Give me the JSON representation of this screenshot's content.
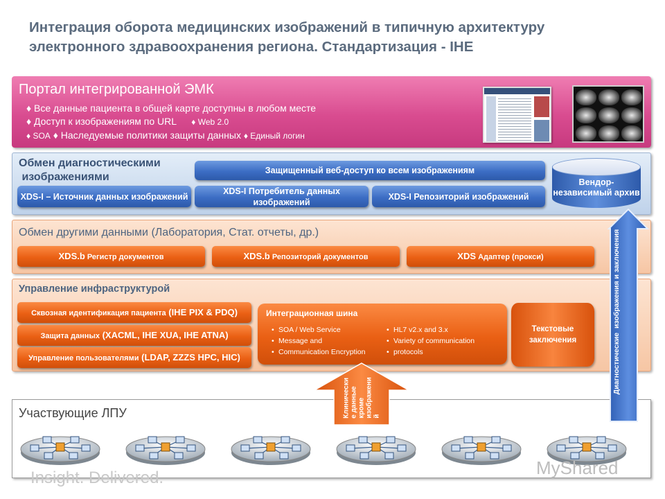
{
  "title_line1": "Интеграция оборота медицинских изображений в типичную архитектуру",
  "title_line2": "электронного здравоохранения региона. Стандартизация - IHE",
  "portal": {
    "title": "Портал интегрированной ЭМК",
    "line1": "♦ Все данные пациента в общей карте доступны в любом месте",
    "line2a": "♦ Доступ к изображениям  по URL",
    "line2b": "♦ Web 2.0",
    "line3a": "♦ SOA",
    "line3b": "♦ Наследуемые политики защиты данных",
    "line3c": "♦ Единый логин"
  },
  "diag": {
    "title_line1": "Обмен диагностическими",
    "title_line2": " изображениями",
    "secure_access": "Защищенный веб-доступ  ко всем изображениям",
    "xds_source": "XDS-I – Источник данных изображений",
    "xds_consumer": "XDS-I Потребитель  данных изображений",
    "xds_repo": "XDS-I Репозиторий изображений",
    "archive": "Вендор-независимый архив"
  },
  "other": {
    "title": "Обмен другими данными (Лаборатория, Стат. отчеты, др.)",
    "registry_prefix": "XDS.b",
    "registry": " Регистр документов",
    "repo_prefix": "XDS.b",
    "repo": " Репозиторий документов",
    "adapter_prefix": "XDS",
    "adapter": " Адаптер (прокси)"
  },
  "infra": {
    "title": "Управление инфраструктурой",
    "pix_a": "Сквозная идентификация пациента",
    "pix_b": " (IHE PIX & PDQ)",
    "security_a": "Защита данных",
    "security_b": " (XACML, IHE XUA, IHE ATNA)",
    "users_a": "Управление пользователями",
    "users_b": " (LDAP, ZZZS HPC, HIC)",
    "bus_title": "Интеграционная шина",
    "bus_items": [
      "SOA / Web Service",
      "Message and",
      "Communication Encryption",
      "HL7 v2.x and 3.x",
      "Variety of communication",
      "protocols"
    ],
    "text_reports": "Текстовые заключения"
  },
  "arrows": {
    "vertical": "Диагностические  изображения и заключения",
    "clinical_lines": [
      "Клинически",
      "е данные",
      "кроме",
      "изображени",
      "й"
    ]
  },
  "lpu": {
    "title": "Участвующие ЛПУ"
  },
  "watermark": {
    "left": "Insight. Delivered.",
    "right": "MyShared"
  },
  "colors": {
    "portal": "#d94c90",
    "blue_button": "#3c6dc4",
    "orange_button": "#ea6014",
    "title": "#5b6b7e"
  }
}
